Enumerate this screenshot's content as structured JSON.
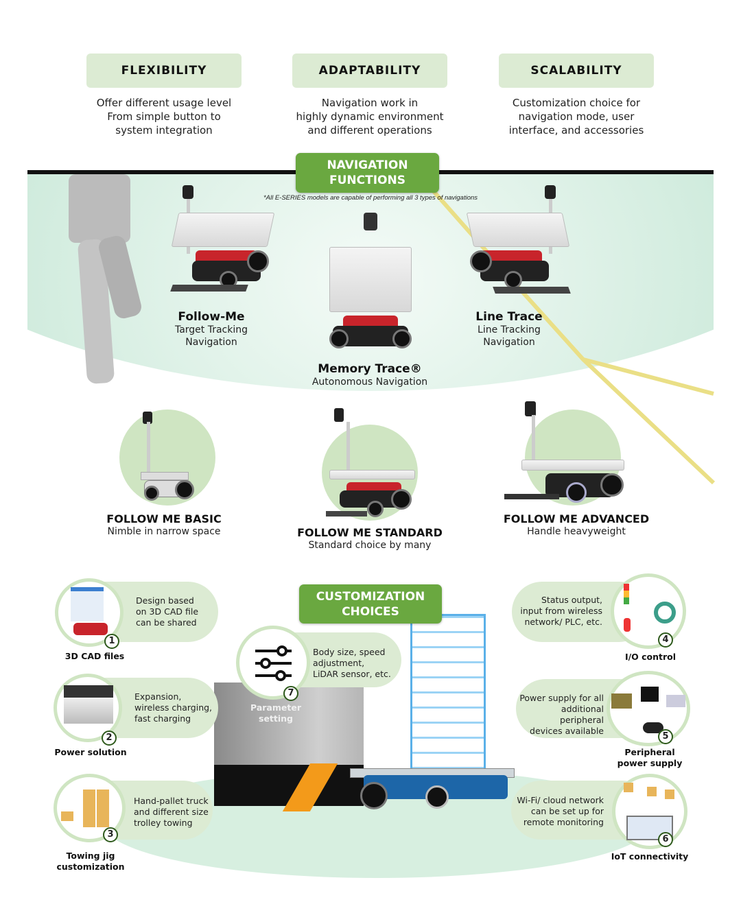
{
  "features": [
    {
      "title": "FLEXIBILITY",
      "desc": "Offer different usage level\nFrom simple button to\nsystem integration"
    },
    {
      "title": "ADAPTABILITY",
      "desc": "Navigation work in\nhighly dynamic environment\nand different operations"
    },
    {
      "title": "SCALABILITY",
      "desc": "Customization choice for\nnavigation mode, user\ninterface, and accessories"
    }
  ],
  "navigation": {
    "title": "NAVIGATION\nFUNCTIONS",
    "note": "*All E-SERIES models are capable of performing all 3 types of navigations",
    "modes": [
      {
        "name": "Follow-Me",
        "desc": "Target Tracking\nNavigation"
      },
      {
        "name": "Memory Trace®",
        "desc": "Autonomous Navigation"
      },
      {
        "name": "Line Trace",
        "desc": "Line Tracking\nNavigation"
      }
    ]
  },
  "models": [
    {
      "name": "FOLLOW ME BASIC",
      "desc": "Nimble in narrow space"
    },
    {
      "name": "FOLLOW ME STANDARD",
      "desc": "Standard choice by many"
    },
    {
      "name": "FOLLOW ME ADVANCED",
      "desc": "Handle heavyweight"
    }
  ],
  "customization": {
    "title": "CUSTOMIZATION\nCHOICES",
    "items": [
      {
        "num": "1",
        "label": "3D CAD files",
        "desc": "Design based\non 3D CAD file\ncan be shared"
      },
      {
        "num": "2",
        "label": "Power solution",
        "desc": "Expansion,\nwireless charging,\nfast charging"
      },
      {
        "num": "3",
        "label": "Towing jig\ncustomization",
        "desc": "Hand-pallet truck\nand different size\ntrolley towing"
      },
      {
        "num": "4",
        "label": "I/O control",
        "desc": "Status output,\ninput from wireless\nnetwork/ PLC, etc."
      },
      {
        "num": "5",
        "label": "Peripheral\npower supply",
        "desc": "Power supply for all\nadditional peripheral\ndevices available"
      },
      {
        "num": "6",
        "label": "IoT connectivity",
        "desc": "Wi-Fi/ cloud network\ncan be set up for\nremote monitoring"
      },
      {
        "num": "7",
        "label": "Parameter\nsetting",
        "desc": "Body size, speed\nadjustment,\nLiDAR sensor, etc."
      }
    ]
  },
  "colors": {
    "accent": "#6aa840",
    "pale": "#dcebd3",
    "navbg": "#bfe3cf"
  }
}
